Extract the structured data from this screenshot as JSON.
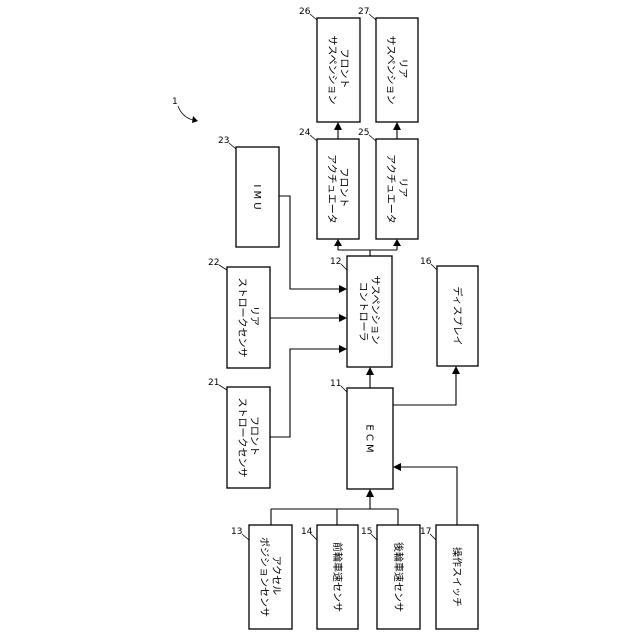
{
  "figure_ref": "1",
  "blocks": {
    "front_suspension": {
      "ref": "26",
      "lines": [
        "フロント",
        "サスペンション"
      ]
    },
    "rear_suspension": {
      "ref": "27",
      "lines": [
        "リア",
        "サスペンション"
      ]
    },
    "front_actuator": {
      "ref": "24",
      "lines": [
        "フロント",
        "アクチュエータ"
      ]
    },
    "rear_actuator": {
      "ref": "25",
      "lines": [
        "リア",
        "アクチュエータ"
      ]
    },
    "imu": {
      "ref": "23",
      "lines": [
        "I M U"
      ]
    },
    "suspension_controller": {
      "ref": "12",
      "lines": [
        "サスペンション",
        "コントローラ"
      ]
    },
    "rear_stroke_sensor": {
      "ref": "22",
      "lines": [
        "リア",
        "ストロークセンサ"
      ]
    },
    "display": {
      "ref": "16",
      "lines": [
        "ディスプレイ"
      ]
    },
    "ecm": {
      "ref": "11",
      "lines": [
        "E C M"
      ]
    },
    "front_stroke_sensor": {
      "ref": "21",
      "lines": [
        "フロント",
        "ストロークセンサ"
      ]
    },
    "accel_position_sensor": {
      "ref": "13",
      "lines": [
        "アクセル",
        "ポジションセンサ"
      ]
    },
    "front_wheel_speed_sensor": {
      "ref": "14",
      "lines": [
        "前輪車速センサ"
      ]
    },
    "rear_wheel_speed_sensor": {
      "ref": "15",
      "lines": [
        "後輪車速センサ"
      ]
    },
    "operation_switch": {
      "ref": "17",
      "lines": [
        "操作スイッチ"
      ]
    }
  }
}
